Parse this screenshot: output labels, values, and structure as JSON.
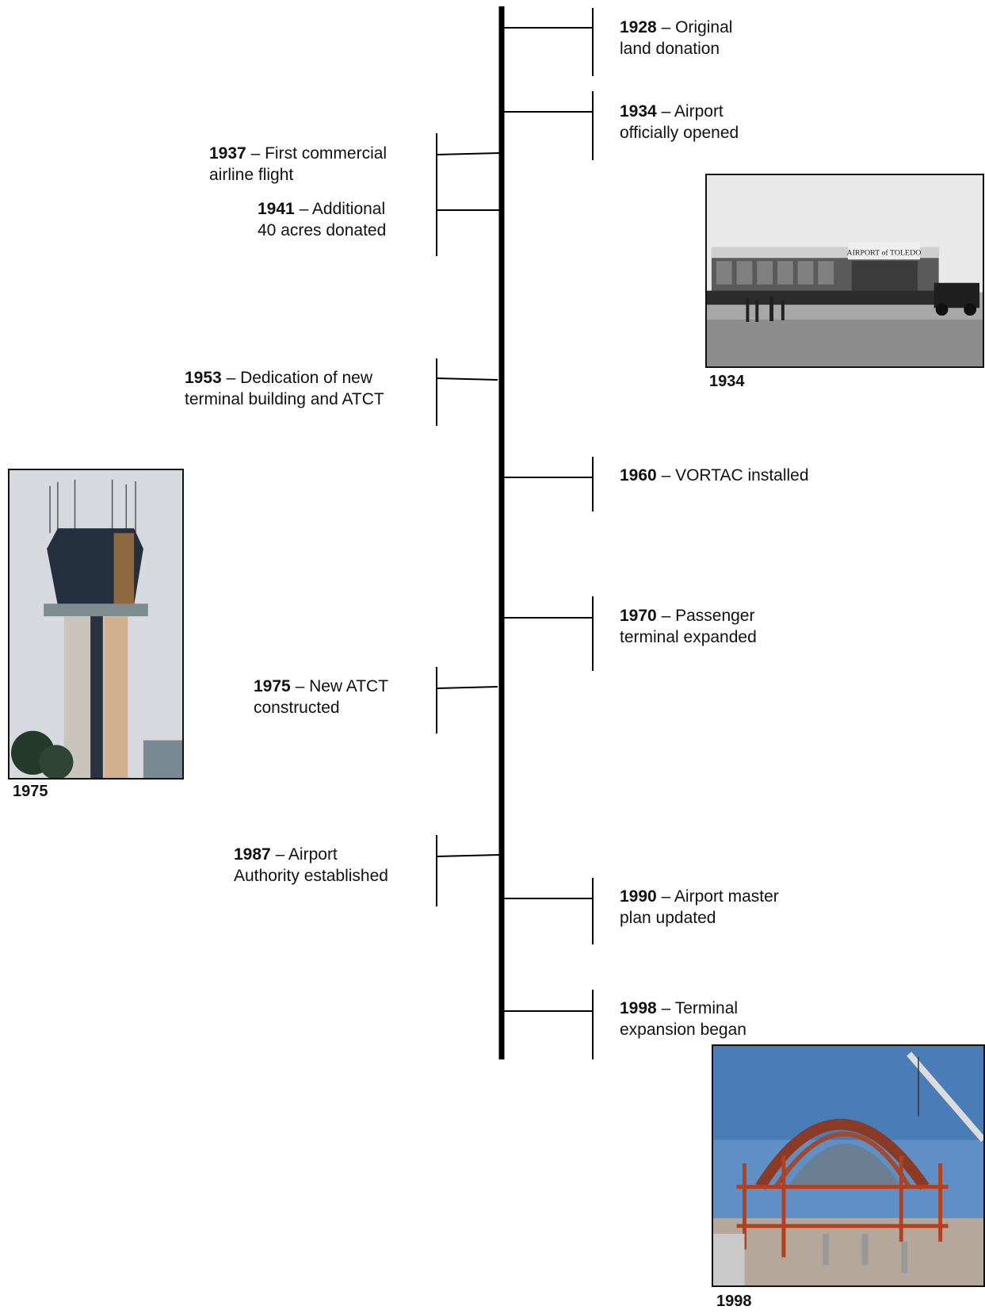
{
  "events": [
    {
      "year": "1928",
      "text": "– Original",
      "text2": "land donation"
    },
    {
      "year": "1934",
      "text": "– Airport",
      "text2": "officially opened"
    },
    {
      "year": "1937",
      "text": "– First commercial",
      "text2": "airline flight"
    },
    {
      "year": "1941",
      "text": "– Additional",
      "text2": "40 acres donated"
    },
    {
      "year": "1953",
      "text": "– Dedication of new",
      "text2": "terminal building and ATCT"
    },
    {
      "year": "1960",
      "text": "– VORTAC installed",
      "text2": ""
    },
    {
      "year": "1970",
      "text": "– Passenger",
      "text2": "terminal expanded"
    },
    {
      "year": "1975",
      "text": "– New ATCT",
      "text2": "constructed"
    },
    {
      "year": "1987",
      "text": "– Airport",
      "text2": "Authority established"
    },
    {
      "year": "1990",
      "text": "– Airport master",
      "text2": "plan updated"
    },
    {
      "year": "1998",
      "text": "– Terminal",
      "text2": "expansion began"
    }
  ],
  "photos": {
    "hangar": {
      "caption": "1934",
      "sign": "AIRPORT of TOLEDO"
    },
    "tower": {
      "caption": "1975"
    },
    "construction": {
      "caption": "1998"
    }
  }
}
